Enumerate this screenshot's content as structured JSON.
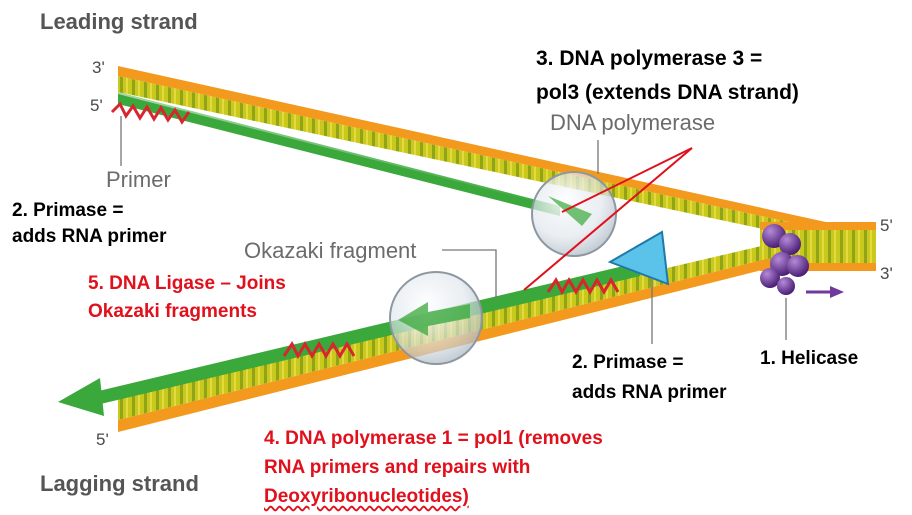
{
  "labels": {
    "leading_strand": "Leading strand",
    "lagging_strand": "Lagging strand",
    "primer": "Primer",
    "dna_polymerase": "DNA polymerase",
    "okazaki_fragment": "Okazaki fragment",
    "top_3prime": "3'",
    "top_5prime": "5'",
    "right_5prime": "5'",
    "right_3prime": "3'",
    "lagging_5prime": "5'"
  },
  "annotations": {
    "primase_left_line1": "2. Primase =",
    "primase_left_line2": "adds RNA primer",
    "pol3_line1": "3. DNA polymerase 3 =",
    "pol3_line2": "pol3  (extends DNA strand)",
    "ligase_line1": "5. DNA Ligase – Joins",
    "ligase_line2": "Okazaki fragments",
    "primase_right_line1": "2. Primase =",
    "primase_right_line2": "adds RNA primer",
    "helicase": "1. Helicase",
    "pol1_line1": "4. DNA polymerase 1 = pol1 (removes",
    "pol1_line2": "RNA primers and repairs with",
    "pol1_line3": "Deoxyribonucleotides)"
  },
  "colors": {
    "backbone_orange": "#f39a1e",
    "new_strand_green": "#3aa83a",
    "rungs_yellow": "#c9c81c",
    "rna_primer": "#d8262e",
    "helicase_purple": "#5b2a86",
    "primase_blue": "#5bc3ea",
    "annotation_red": "#e0101c",
    "label_grey": "#6b6b6b"
  }
}
